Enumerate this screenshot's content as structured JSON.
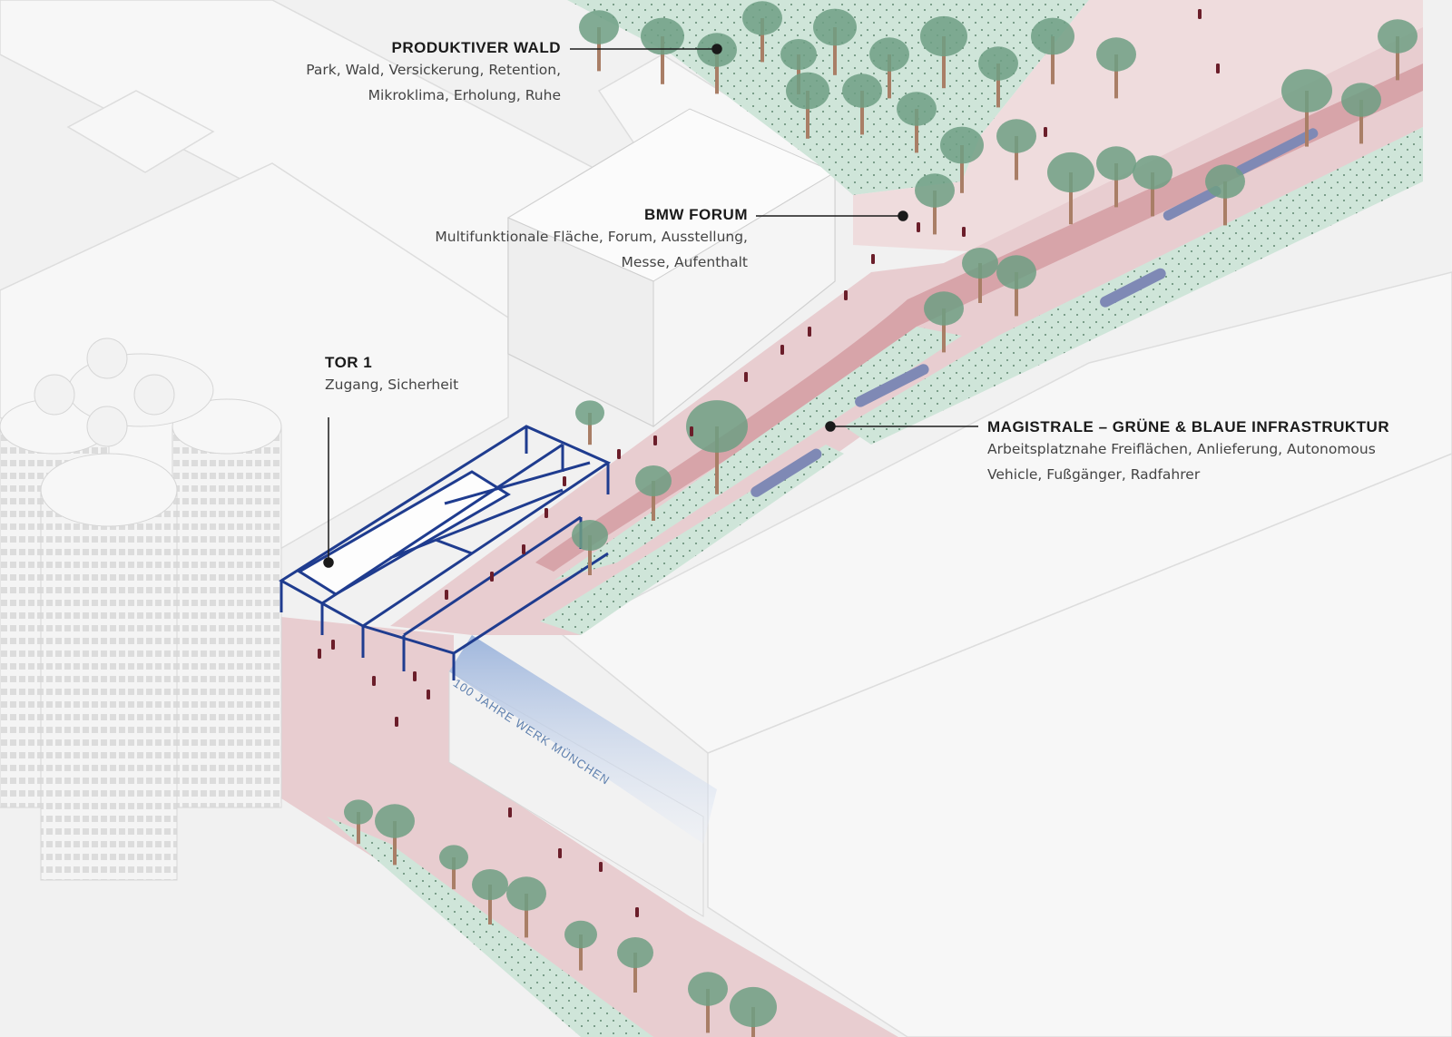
{
  "labels": {
    "produktiver_wald": {
      "title": "PRODUKTIVER WALD",
      "desc_line1": "Park, Wald,  Versickerung, Retention,",
      "desc_line2": "Mikroklima, Erholung, Ruhe"
    },
    "bmw_forum": {
      "title": "BMW FORUM",
      "desc_line1": "Multifunktionale Fläche, Forum, Ausstellung,",
      "desc_line2": "Messe, Aufenthalt"
    },
    "tor_1": {
      "title": "TOR 1",
      "desc_line1": "Zugang, Sicherheit"
    },
    "magistrale": {
      "title": "MAGISTRALE – GRÜNE & BLAUE INFRASTRUKTUR",
      "desc_line1": "Arbeitsplatznahe Freiflächen, Anlieferung, Autonomous",
      "desc_line2": "Vehicle, Fußgänger, Radfahrer"
    }
  },
  "banner_text": "100 JAHRE WERK MÜNCHEN",
  "colors": {
    "background": "#f1f1f1",
    "path_pink": "#e8cdd0",
    "road": "#d7a4a9",
    "green": "#cfe5d9",
    "tree": "#6f9f84",
    "trunk": "#a97e66",
    "canopy_frame": "#1f3c8f",
    "water": "#7f89b5"
  }
}
